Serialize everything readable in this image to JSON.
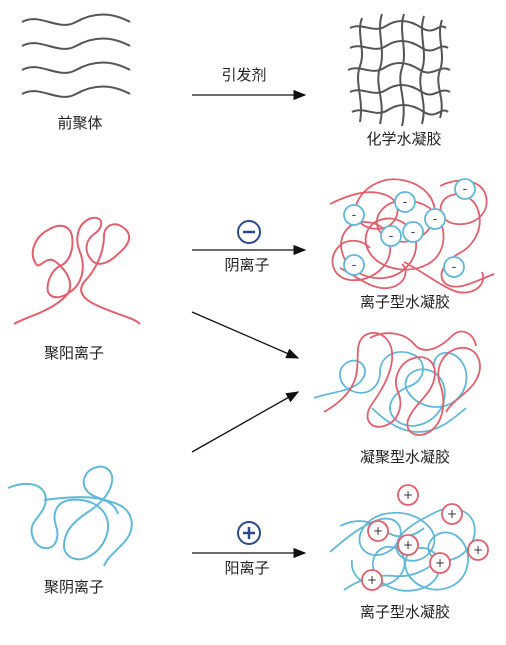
{
  "labels": {
    "prepolymer": "前聚体",
    "initiator": "引发剂",
    "chemical_hydrogel": "化学水凝胶",
    "polycation": "聚阳离子",
    "anion": "阴离子",
    "ionic_hydrogel_top": "离子型水凝胶",
    "coacervate_hydrogel": "凝聚型水凝胶",
    "polyanion": "聚阴离子",
    "cation": "阳离子",
    "ionic_hydrogel_bottom": "离子型水凝胶"
  },
  "symbols": {
    "minus": "-",
    "plus": "+"
  },
  "colors": {
    "polycation_strand": "#e0606e",
    "polyanion_strand": "#62b8d8",
    "gray_strand": "#555555",
    "ion_symbol_blue": "#2a4a8c",
    "arrow": "#111111"
  }
}
